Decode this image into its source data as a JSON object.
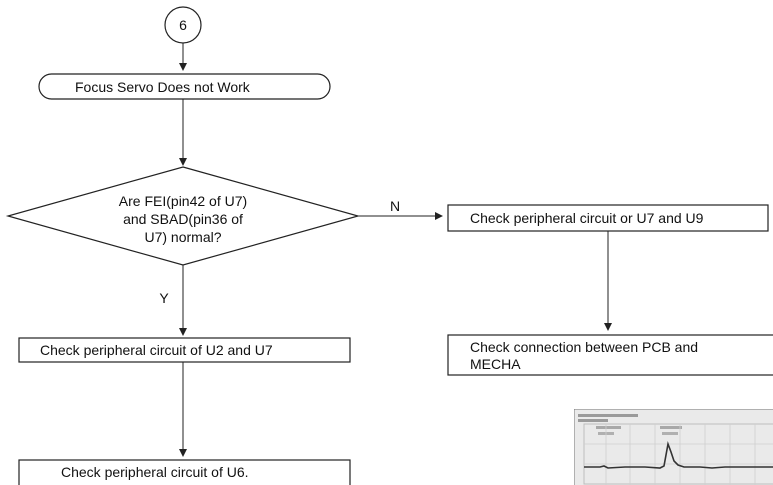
{
  "connector": {
    "number": "6"
  },
  "nodes": {
    "start": {
      "label": "Focus Servo Does not Work"
    },
    "decision": {
      "lines": [
        "Are FEI(pin42 of U7)",
        "and SBAD(pin36 of",
        "U7) normal?"
      ]
    },
    "check_u2_u7": {
      "label": "Check peripheral circuit of U2 and U7"
    },
    "check_u6": {
      "label": "Check peripheral circuit of U6."
    },
    "check_u7_u9": {
      "label": "Check peripheral circuit or U7 and U9"
    },
    "check_connection": {
      "lines": [
        "Check connection between PCB and",
        "MECHA"
      ]
    }
  },
  "edges": {
    "yes_label": "Y",
    "no_label": "N"
  },
  "colors": {
    "line": "#222222",
    "background": "#ffffff"
  }
}
